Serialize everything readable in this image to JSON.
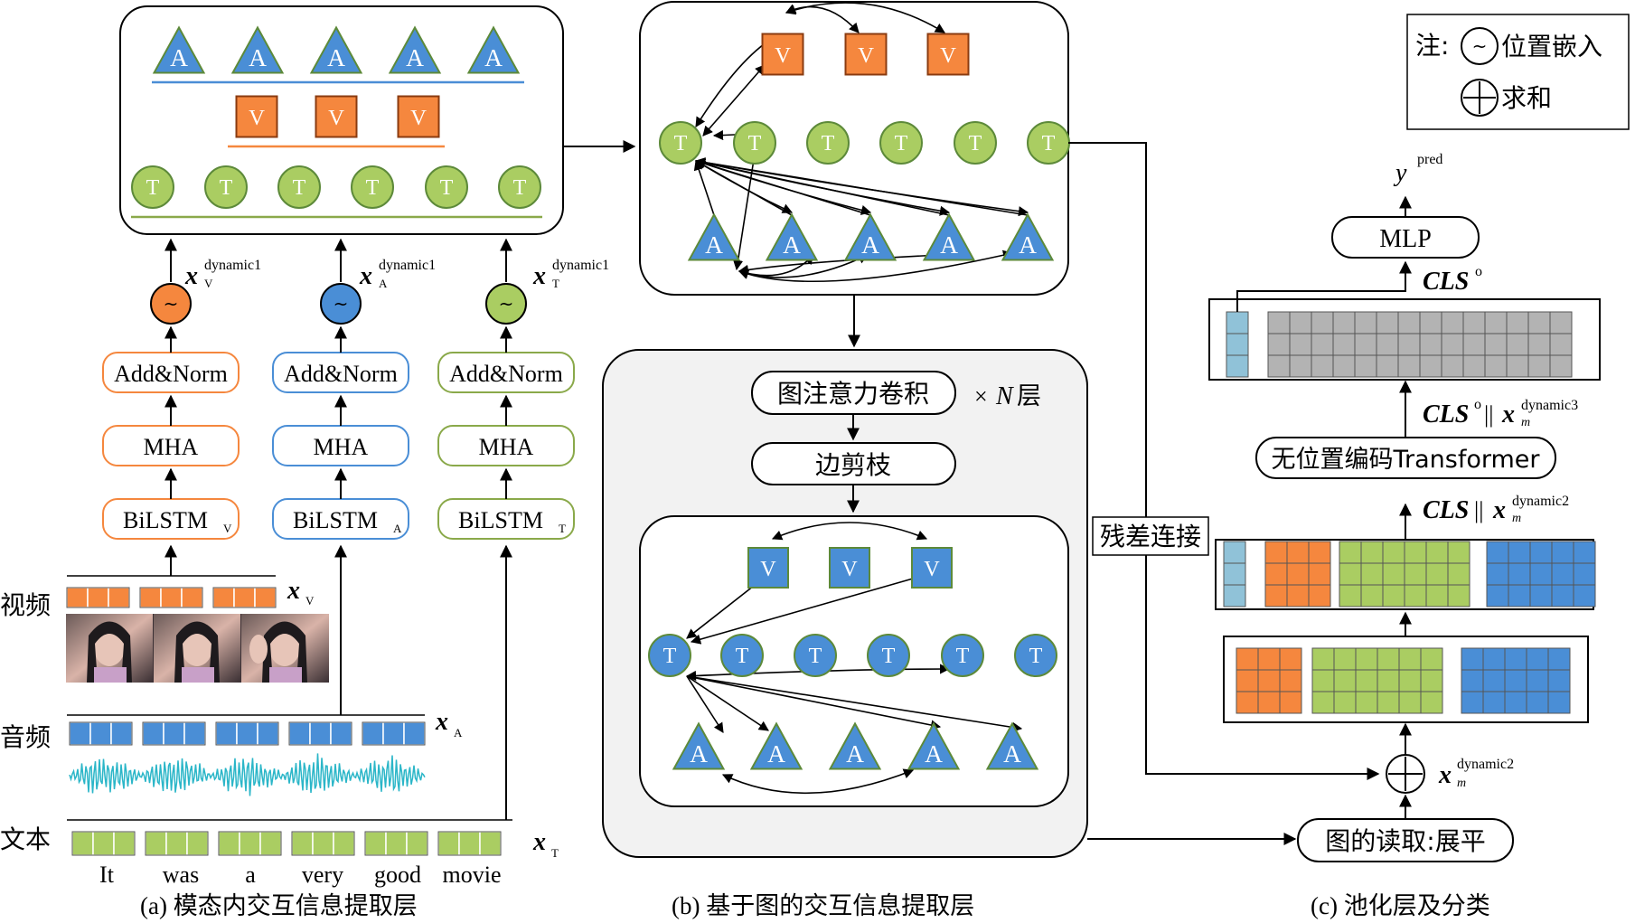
{
  "colors": {
    "video": "#f5873e",
    "audio": "#4a8ed6",
    "text": "#aacd62",
    "cls": "#90c2d8",
    "gray": "#b3b3b3",
    "panel": "#f2f2f2",
    "stroke": "#000000"
  },
  "node_letters": {
    "audio": "A",
    "video": "V",
    "text": "T"
  },
  "icons": {
    "position_embedding": "tilde-circle-icon",
    "sum": "plus-circle-icon"
  },
  "modality_labels": {
    "video": "视频",
    "audio": "音频",
    "text": "文本"
  },
  "input_symbols": {
    "video": "x",
    "video_sub": "V",
    "audio": "x",
    "audio_sub": "A",
    "text": "x",
    "text_sub": "T"
  },
  "words": [
    "It",
    "was",
    "a",
    "very",
    "good",
    "movie"
  ],
  "branches": [
    {
      "key": "video",
      "bilstm": "BiLSTM",
      "bilstm_sub": "V",
      "mha": "MHA",
      "addnorm": "Add&Norm",
      "out": "x",
      "out_sup": "dynamic1",
      "out_sub": "V"
    },
    {
      "key": "audio",
      "bilstm": "BiLSTM",
      "bilstm_sub": "A",
      "mha": "MHA",
      "addnorm": "Add&Norm",
      "out": "x",
      "out_sup": "dynamic1",
      "out_sub": "A"
    },
    {
      "key": "text",
      "bilstm": "BiLSTM",
      "bilstm_sub": "T",
      "mha": "MHA",
      "addnorm": "Add&Norm",
      "out": "x",
      "out_sup": "dynamic1",
      "out_sub": "T"
    }
  ],
  "graph_block": {
    "gat": "图注意力卷积",
    "times": "×",
    "n": "N",
    "layers": "层",
    "prune": "边剪枝"
  },
  "residual": "残差连接",
  "readout": "图的读取:展平",
  "sum_label": {
    "x": "x",
    "sup": "dynamic2",
    "sub": "m"
  },
  "concat_label_1": {
    "cls": "CLS",
    "bars": "||",
    "x": "x",
    "sup": "dynamic2",
    "sub": "m"
  },
  "transformer": "无位置编码Transformer",
  "concat_label_2": {
    "cls": "CLS",
    "cls_sup": "o",
    "bars": "||",
    "x": "x",
    "sup": "dynamic3",
    "sub": "m"
  },
  "cls_out": {
    "cls": "CLS",
    "sup": "o"
  },
  "mlp": "MLP",
  "pred": {
    "y": "y",
    "sup": "pred"
  },
  "legend": {
    "note": "注:",
    "tilde_symbol": "~",
    "position_embedding": "位置嵌入",
    "sum": "求和"
  },
  "captions": {
    "a": "(a) 模态内交互信息提取层",
    "b": "(b) 基于图的交互信息提取层",
    "c": "(c) 池化层及分类"
  }
}
